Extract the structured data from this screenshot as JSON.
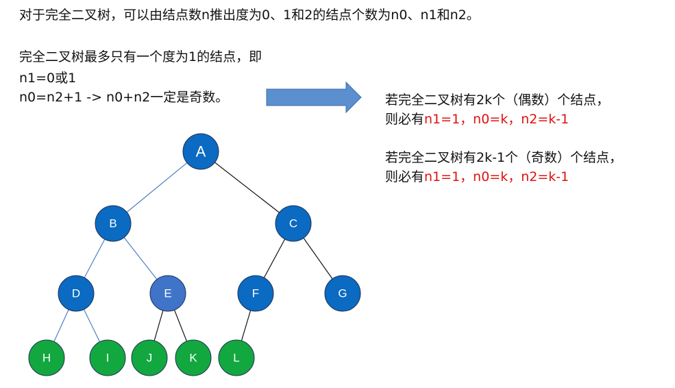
{
  "text": {
    "line1": "对于完全二叉树，可以由结点数n推出度为0、1和2的结点个数为n0、n1和n2。",
    "line2": "完全二叉树最多只有一个度为1的结点，即",
    "line3": "n1=0或1",
    "line4": "n0=n2+1  ->  n0+n2一定是奇数。",
    "case_even_a": "若完全二叉树有2k个（偶数）个结点，",
    "case_even_b_prefix": "则必有",
    "case_even_b_value": "n1=1，n0=k，n2=k-1",
    "case_odd_a": "若完全二叉树有2k-1个（奇数）个结点，",
    "case_odd_b_prefix": "则必有",
    "case_odd_b_value": "n1=1，n0=k，n2=k-1"
  },
  "colors": {
    "arrow": "#5b8fcf",
    "arrow_stroke": "#3d6ea8",
    "highlight": "#e01010",
    "node_blue": "#0b6ac1",
    "node_blue_light": "#3f74c8",
    "node_green": "#12a83f",
    "node_stroke": "#1f2f56",
    "edge_blue": "#4a7fc0",
    "edge_black": "#111111"
  },
  "tree": {
    "nodes": [
      {
        "id": "A",
        "label": "A",
        "color": "node_blue",
        "big": true
      },
      {
        "id": "B",
        "label": "B",
        "color": "node_blue"
      },
      {
        "id": "C",
        "label": "C",
        "color": "node_blue"
      },
      {
        "id": "D",
        "label": "D",
        "color": "node_blue"
      },
      {
        "id": "E",
        "label": "E",
        "color": "node_blue_light"
      },
      {
        "id": "F",
        "label": "F",
        "color": "node_blue"
      },
      {
        "id": "G",
        "label": "G",
        "color": "node_blue"
      },
      {
        "id": "H",
        "label": "H",
        "color": "node_green"
      },
      {
        "id": "I",
        "label": "I",
        "color": "node_green"
      },
      {
        "id": "J",
        "label": "J",
        "color": "node_green"
      },
      {
        "id": "K",
        "label": "K",
        "color": "node_green"
      },
      {
        "id": "L",
        "label": "L",
        "color": "node_green"
      }
    ],
    "edges": [
      {
        "from": "A",
        "to": "B",
        "color": "edge_blue"
      },
      {
        "from": "A",
        "to": "C",
        "color": "edge_black"
      },
      {
        "from": "B",
        "to": "D",
        "color": "edge_blue"
      },
      {
        "from": "B",
        "to": "E",
        "color": "edge_blue"
      },
      {
        "from": "C",
        "to": "F",
        "color": "edge_black"
      },
      {
        "from": "C",
        "to": "G",
        "color": "edge_black"
      },
      {
        "from": "D",
        "to": "H",
        "color": "edge_blue"
      },
      {
        "from": "D",
        "to": "I",
        "color": "edge_blue"
      },
      {
        "from": "E",
        "to": "J",
        "color": "edge_black"
      },
      {
        "from": "E",
        "to": "K",
        "color": "edge_black"
      },
      {
        "from": "F",
        "to": "L",
        "color": "edge_black"
      }
    ]
  }
}
